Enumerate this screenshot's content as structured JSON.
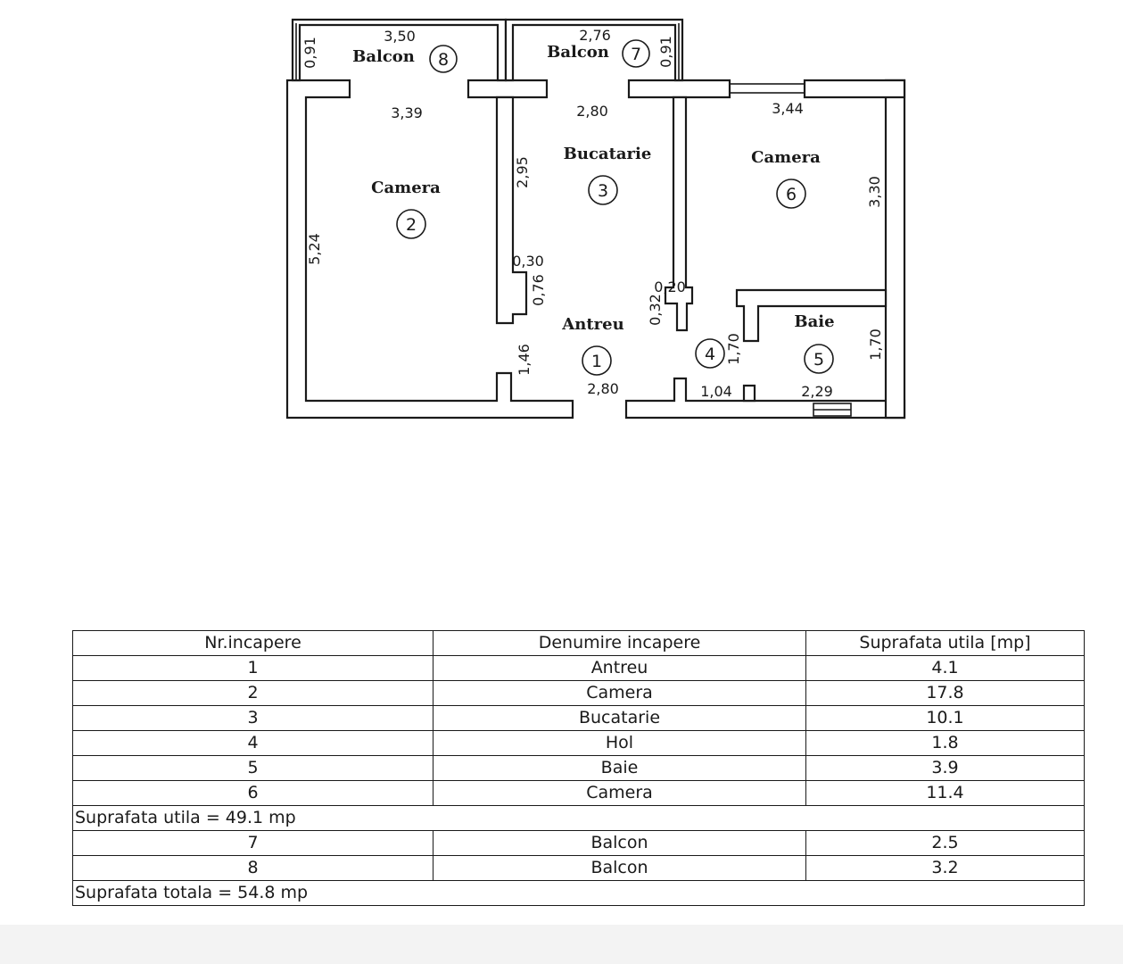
{
  "plan": {
    "rooms": [
      {
        "name": "Antreu",
        "number": "1"
      },
      {
        "name": "Camera",
        "number": "2"
      },
      {
        "name": "Bucatarie",
        "number": "3"
      },
      {
        "name": "",
        "number": "4"
      },
      {
        "name": "Baie",
        "number": "5"
      },
      {
        "name": "Camera",
        "number": "6"
      },
      {
        "name": "Balcon",
        "number": "7"
      },
      {
        "name": "Balcon",
        "number": "8"
      }
    ],
    "dimensions": {
      "balcon8_width": "3,50",
      "balcon8_depth": "0,91",
      "balcon7_width": "2,76",
      "balcon7_depth": "0,91",
      "camera2_width": "3,39",
      "camera2_height": "5,24",
      "bucatarie_width": "2,80",
      "bucatarie_height": "2,95",
      "niche_width": "0,30",
      "niche_height": "0,76",
      "antreu_depth": "1,46",
      "antreu_width": "2,80",
      "column_width": "0,20",
      "column_height": "0,32",
      "camera6_width": "3,44",
      "camera6_height": "3,30",
      "hol_height": "1,70",
      "hol_width": "1,04",
      "baie_width": "2,29",
      "baie_height": "1,70"
    }
  },
  "table": {
    "headers": [
      "Nr.incapere",
      "Denumire  incapere",
      "Suprafata  utila  [mp]"
    ],
    "rows": [
      {
        "nr": "1",
        "name": "Antreu",
        "area": "4.1"
      },
      {
        "nr": "2",
        "name": "Camera",
        "area": "17.8"
      },
      {
        "nr": "3",
        "name": "Bucatarie",
        "area": "10.1"
      },
      {
        "nr": "4",
        "name": "Hol",
        "area": "1.8"
      },
      {
        "nr": "5",
        "name": "Baie",
        "area": "3.9"
      },
      {
        "nr": "6",
        "name": "Camera",
        "area": "11.4"
      }
    ],
    "subtotal": "Suprafata  utila  =  49.1  mp",
    "balcony_rows": [
      {
        "nr": "7",
        "name": "Balcon",
        "area": "2.5"
      },
      {
        "nr": "8",
        "name": "Balcon",
        "area": "3.2"
      }
    ],
    "total": "Suprafata  totala  =  54.8  mp"
  }
}
